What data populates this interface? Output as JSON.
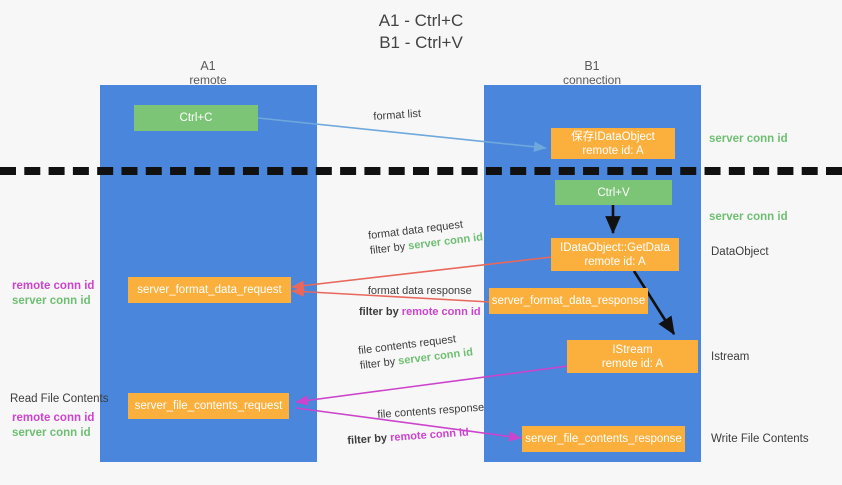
{
  "title": {
    "line1": "A1 - Ctrl+C",
    "line2": "B1 - Ctrl+V"
  },
  "columns": [
    {
      "id": "a1",
      "name": "A1",
      "sub": "remote"
    },
    {
      "id": "b1",
      "name": "B1",
      "sub": "connection"
    }
  ],
  "boxes": {
    "ctrl_c": "Ctrl+C",
    "ctrl_v": "Ctrl+V",
    "save_idataobject_l1": "保存IDataObject",
    "save_idataobject_l2": "remote id: A",
    "getdata_l1": "IDataObject::GetData",
    "getdata_l2": "remote id: A",
    "istream_l1": "IStream",
    "istream_l2": "remote id: A",
    "server_format_data_request": "server_format_data_request",
    "server_format_data_response": "server_format_data_response",
    "server_file_contents_request": "server_file_contents_request",
    "server_file_contents_response": "server_file_contents_response"
  },
  "edges": {
    "format_list": "format list",
    "format_data_request": "format data request",
    "format_data_request_filter_prefix": "filter by ",
    "format_data_request_filter_value": "server conn id",
    "format_data_response": "format data response",
    "format_data_response_filter_prefix": "filter by ",
    "format_data_response_filter_value": "remote conn id",
    "file_contents_request": "file contents request",
    "file_contents_request_filter_prefix": "filter by ",
    "file_contents_request_filter_value": "server conn id",
    "file_contents_response": "file contents response",
    "file_contents_response_filter_prefix": "filter by ",
    "file_contents_response_filter_value": "remote conn id"
  },
  "annotations": {
    "right_server_conn_id_1": "server conn id",
    "right_server_conn_id_2": "server conn id",
    "right_dataobject": "DataObject",
    "right_istream": "Istream",
    "right_write_file_contents": "Write File Contents",
    "left_remote_conn_id_1": "remote conn id",
    "left_server_conn_id_1": "server conn id",
    "left_read_file_contents": "Read File Contents",
    "left_remote_conn_id_2": "remote conn id",
    "left_server_conn_id_2": "server conn id"
  },
  "colors": {
    "column_blue": "#4a86dc",
    "box_green": "#7cc576",
    "box_orange": "#fbb03e",
    "accent_green_text": "#6fbf73",
    "accent_magenta_text": "#cc44cc",
    "wire_lightblue": "#6fa8dc",
    "wire_red": "#e8685c",
    "wire_magenta": "#cc44cc",
    "wire_black": "#111111",
    "background": "#f7f7f7"
  }
}
